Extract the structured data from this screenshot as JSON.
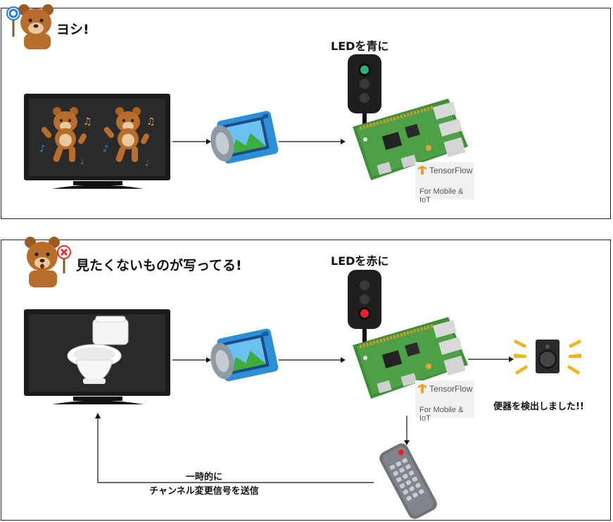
{
  "top": {
    "title": "ヨシ!",
    "led_label": "LEDを青に",
    "tensorflow": {
      "name": "TensorFlow",
      "sub": "For Mobile & IoT"
    }
  },
  "bottom": {
    "title": "見たくないものが写ってる!",
    "led_label": "LEDを赤に",
    "tensorflow": {
      "name": "TensorFlow",
      "sub": "For Mobile & IoT"
    },
    "detected": "便器を検出しました!!",
    "action_line1": "一時的に",
    "action_line2": "チャンネル変更信号を送信"
  },
  "colors": {
    "led_green": "#2db37a",
    "led_red": "#e8202a",
    "board_green": "#3f8f3a",
    "camera_blue": "#2c8fd8",
    "bear_brown": "#b86d2a",
    "tensorflow_orange": "#f29b2b"
  },
  "icons": [
    "bear-icon",
    "tv-icon",
    "camera-icon",
    "traffic-light-icon",
    "raspberry-pi-icon",
    "toilet-icon",
    "speaker-icon",
    "remote-control-icon",
    "tensorflow-logo-icon"
  ]
}
